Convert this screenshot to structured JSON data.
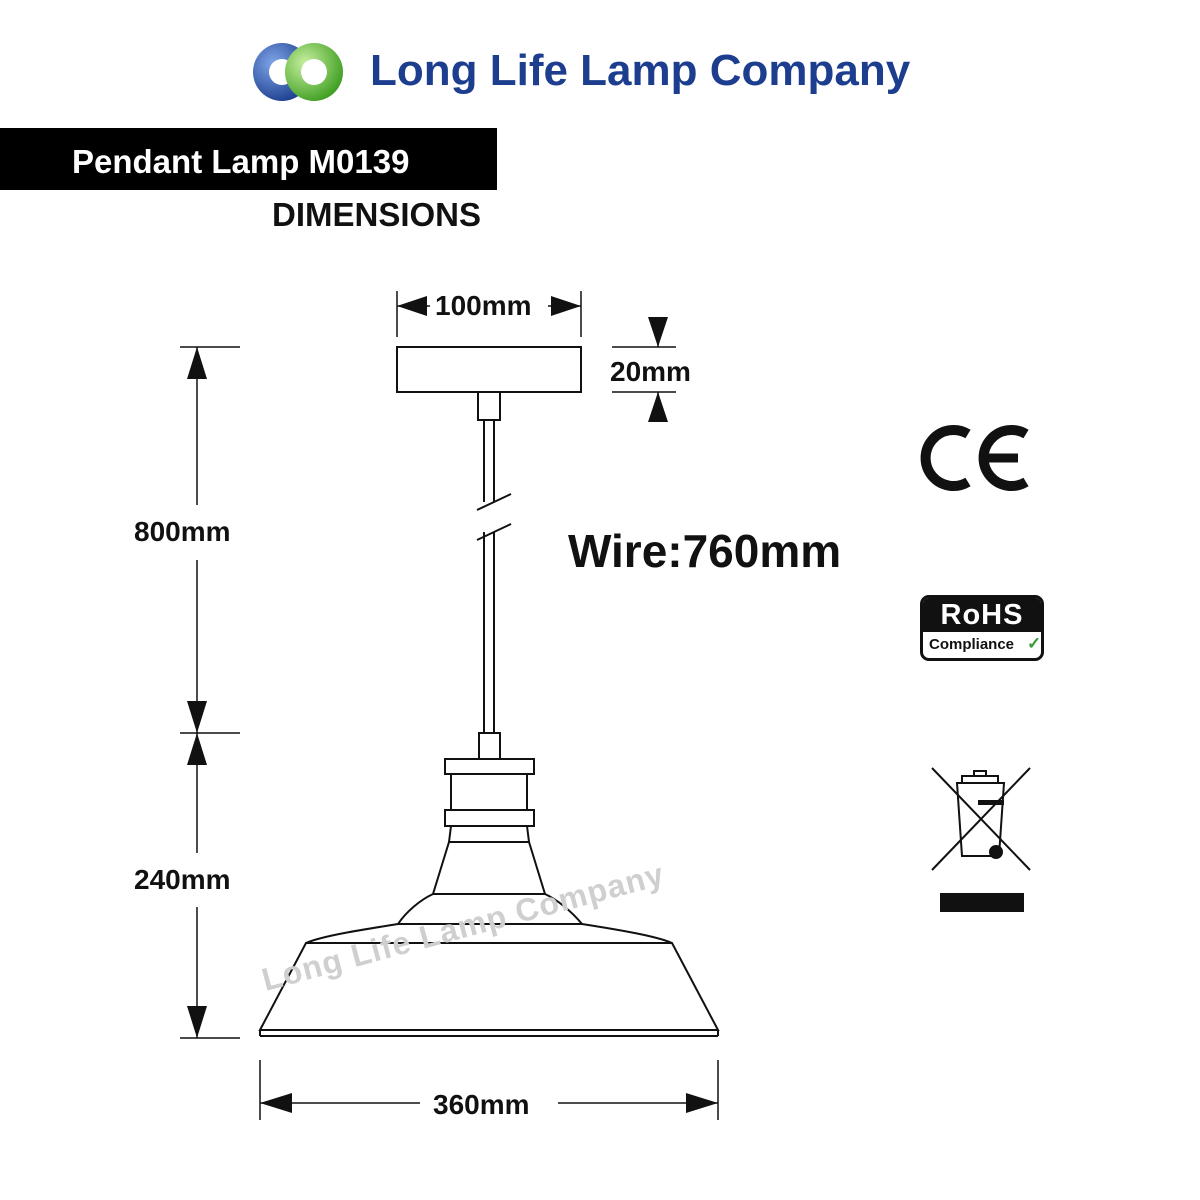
{
  "header": {
    "company_name": "Long Life Lamp Company",
    "logo_colors": [
      "#1d3e8f",
      "#62c23a"
    ]
  },
  "title": {
    "product": "Pendant Lamp M0139",
    "section": "DIMENSIONS"
  },
  "dimensions": {
    "canopy_width": "100mm",
    "canopy_height": "20mm",
    "suspension_length": "800mm",
    "lamp_height": "240mm",
    "shade_diameter": "360mm",
    "wire_length": "Wire:760mm"
  },
  "watermark": "Long Life Lamp Company",
  "certifications": {
    "ce_mark": "CE",
    "rohs": "RoHS",
    "rohs_sub": "Compliance",
    "weee_icon": "crossed-out-wheelie-bin-icon"
  }
}
